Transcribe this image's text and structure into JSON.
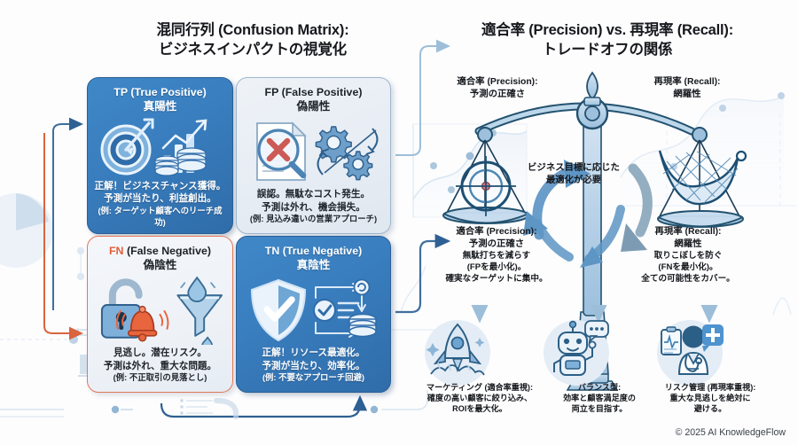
{
  "titles": {
    "left_line1": "混同行列 (Confusion Matrix):",
    "left_line2": "ビジネスインパクトの視覚化",
    "right_line1": "適合率 (Precision) vs. 再現率 (Recall):",
    "right_line2": "トレードオフの関係"
  },
  "matrix": {
    "tp": {
      "head_en": "TP (True Positive)",
      "head_jp": "真陽性",
      "desc1": "正解！ビジネスチャンス獲得。",
      "desc2": "予測が当たり、利益創出。",
      "desc3": "(例: ターゲット顧客へのリーチ成功)",
      "icons": [
        "target-arrow-icon",
        "bar-chart-growth-icon",
        "coin-stack-icon"
      ]
    },
    "fp": {
      "head_en": "FP (False Positive)",
      "head_jp": "偽陽性",
      "desc1": "誤認。無駄なコスト発生。",
      "desc2": "予測は外れ、機会損失。",
      "desc3": "(例: 見込み違いの営業アプローチ)",
      "icons": [
        "document-magnifier-x-icon",
        "gears-icon",
        "arrows-loop-icon"
      ]
    },
    "fn": {
      "head_prefix": "FN",
      "head_en": " (False Negative)",
      "head_jp": "偽陰性",
      "desc1": "見逃し。潜在リスク。",
      "desc2": "予測は外れ、重大な問題。",
      "desc3": "(例: 不正取引の見落とし)",
      "icons": [
        "open-padlock-icon",
        "alarm-bell-icon",
        "leaking-funnel-icon"
      ]
    },
    "tn": {
      "head_en": "TN (True Negative)",
      "head_jp": "真陰性",
      "desc1": "正解！リソース最適化。",
      "desc2": "予測が当たり、効率化。",
      "desc3": "(例: 不要なアプローチ回避)",
      "icons": [
        "shield-check-icon",
        "checklist-flow-icon",
        "database-icon"
      ]
    }
  },
  "scale": {
    "precision_top_1": "適合率 (Precision):",
    "precision_top_2": "予測の正確さ",
    "recall_top_1": "再現率 (Recall):",
    "recall_top_2": "網羅性",
    "balance_1": "ビジネス目標に応じた",
    "balance_2": "最適化が必要",
    "precision_bot_1": "適合率 (Precision):",
    "precision_bot_2": "予測の正確さ",
    "precision_bot_3": "無駄打ちを減らす",
    "precision_bot_4": "(FPを最小化)。",
    "precision_bot_5": "確実なターゲットに集中。",
    "recall_bot_1": "再現率 (Recall):",
    "recall_bot_2": "網羅性",
    "recall_bot_3": "取りこぼしを防ぐ",
    "recall_bot_4": "(FNを最小化)。",
    "recall_bot_5": "全ての可能性をカバー。"
  },
  "usecases": [
    {
      "icon": "rocket-icon",
      "line1": "マーケティング (適合率重視):",
      "line2": "確度の高い顧客に絞り込み、",
      "line3": "ROIを最大化。"
    },
    {
      "icon": "robot-icon",
      "line1": "バランス型:",
      "line2": "効率と顧客満足度の",
      "line3": "両立を目指す。"
    },
    {
      "icon": "doctor-clipboard-icon",
      "line1": "リスク管理 (再現率重視):",
      "line2": "重大な見逃しを絶対に",
      "line3": "避ける。"
    }
  ],
  "footer": {
    "copyright": "© 2025 AI KnowledgeFlow"
  },
  "colors": {
    "brand_blue": "#3a7fc0",
    "deep_blue": "#2a5e95",
    "accent_orange": "#e2603a",
    "pale_card": "#e9eef5",
    "text_dark": "#16181c"
  }
}
